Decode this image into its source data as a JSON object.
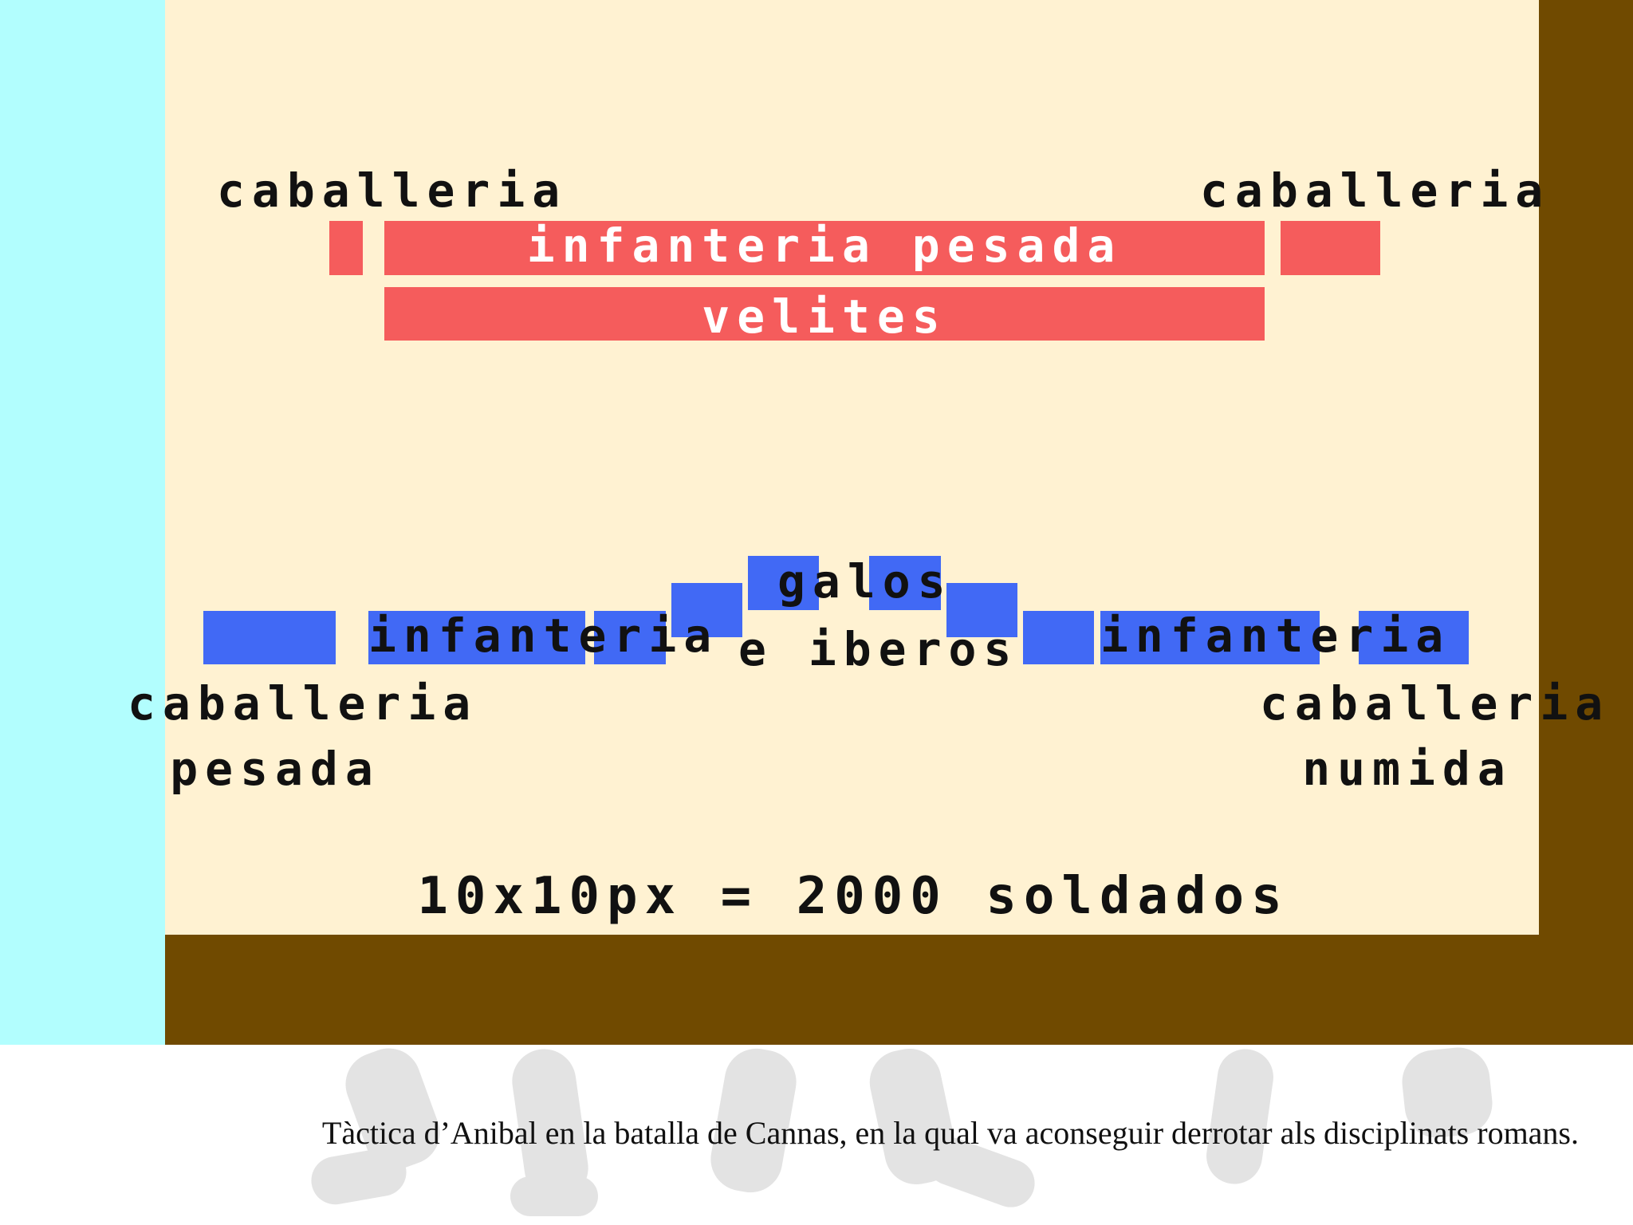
{
  "roman": {
    "cavalry_left": "caballeria",
    "cavalry_right": "caballeria",
    "heavy_infantry": "infanteria pesada",
    "velites": "velites"
  },
  "carthaginian": {
    "gauls_top": "galos",
    "gauls_bottom": "e iberos",
    "infantry_left": "infanteria",
    "infantry_right": "infanteria",
    "heavy_cavalry_line1": "caballeria",
    "heavy_cavalry_line2": "pesada",
    "numidian_cavalry_line1": "caballeria",
    "numidian_cavalry_line2": "numida"
  },
  "scale_note": "10x10px = 2000 soldados",
  "caption": "Tàctica d’Anibal en la batalla de Cannas, en la qual va aconseguir derrotar als disciplinats romans.",
  "colors": {
    "roman_units": "#f55c5c",
    "carthaginian_units": "#4169f5",
    "canvas": "#fff2d2",
    "frame": "#704a00",
    "left_strip": "#b2fefe"
  }
}
